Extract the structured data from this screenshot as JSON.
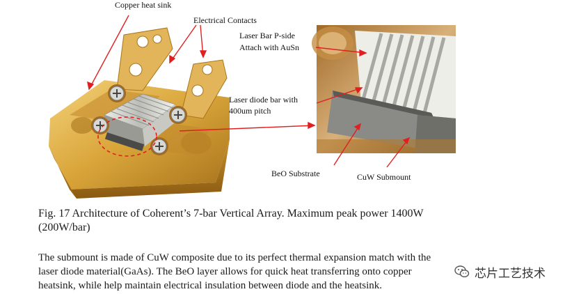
{
  "figure": {
    "labels": {
      "copper_heat_sink": "Copper heat sink",
      "electrical_contacts": "Electrical Contacts",
      "laser_bar_p_side_line1": "Laser Bar P-side",
      "laser_bar_p_side_line2": "Attach with AuSn",
      "laser_diode_bar_line1": "Laser diode bar with",
      "laser_diode_bar_line2": "400um pitch",
      "beo_substrate": "BeO Substrate",
      "cuw_submount": "CuW Submount"
    },
    "colors": {
      "copper": "#d9a53a",
      "arrow": "#e02020",
      "beo": "#e6e6e0",
      "cuw": "#8a8a86"
    }
  },
  "caption": {
    "line1": "Fig. 17 Architecture of Coherent’s 7-bar Vertical Array. Maximum peak power 1400W",
    "line2": "(200W/bar)"
  },
  "body": {
    "line1": "The submount is made of CuW composite due to its perfect thermal expansion match with the",
    "line2": "laser diode material(GaAs).  The BeO layer allows for quick heat transferring onto copper",
    "line3": "heatsink, while help maintain electrical insulation between diode and the heatsink."
  },
  "watermark": {
    "icon": "wechat-icon",
    "text": "芯片工艺技术"
  }
}
